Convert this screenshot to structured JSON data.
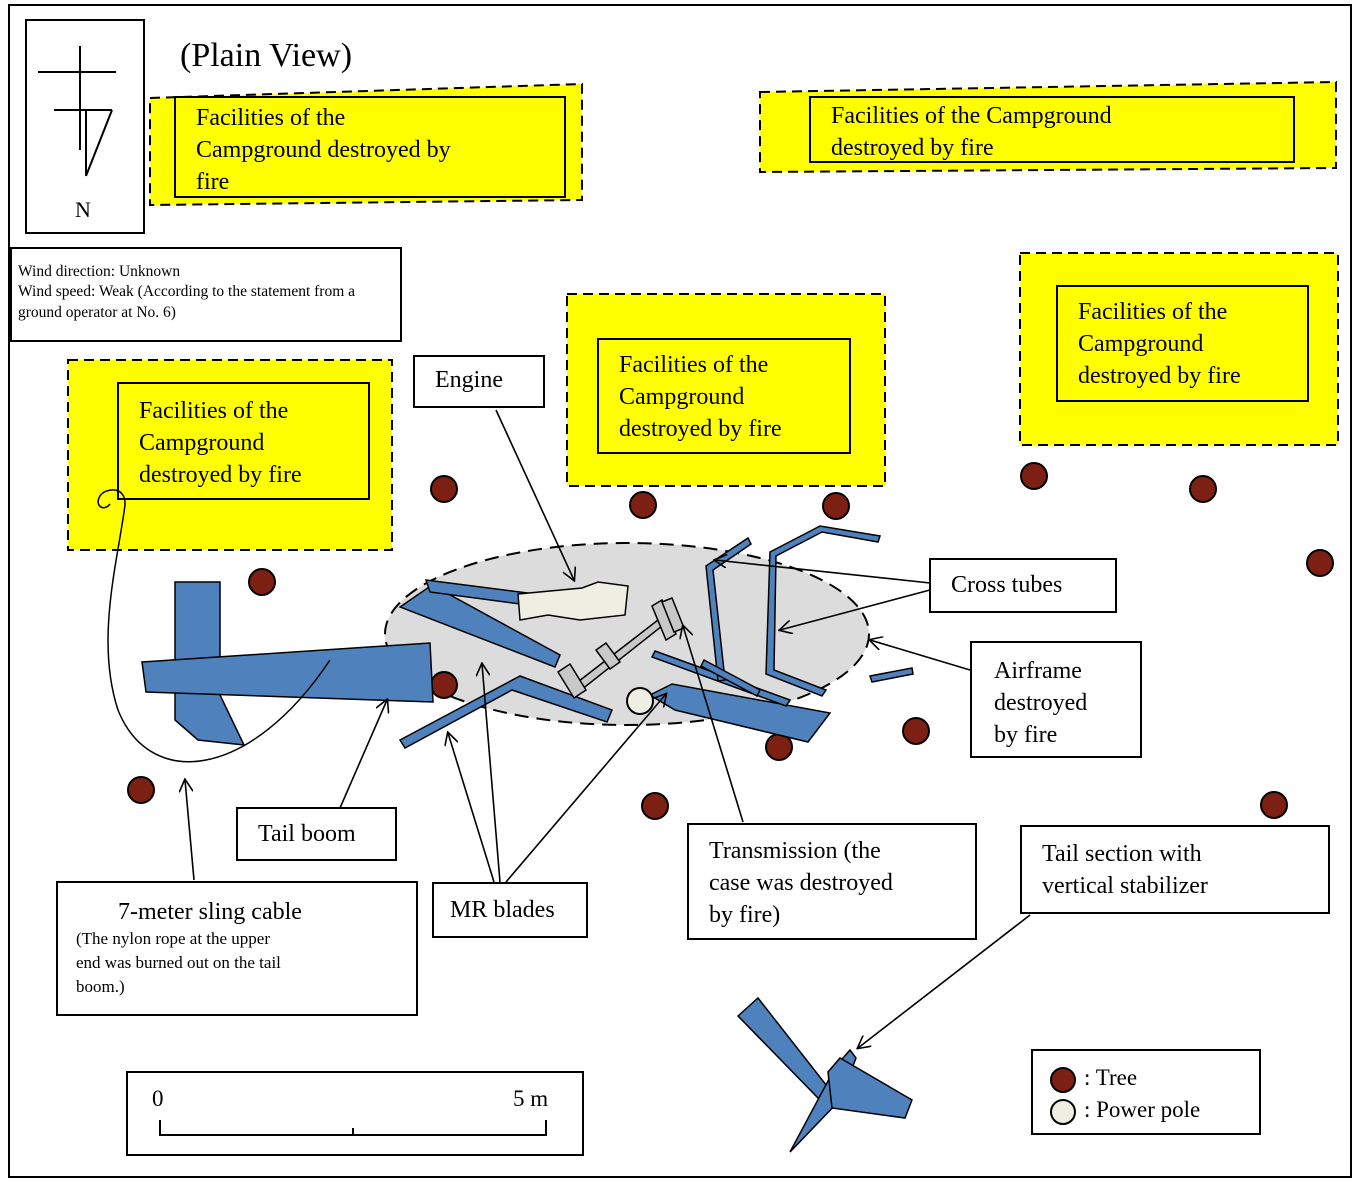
{
  "title": "(Plain View)",
  "north_label": "N",
  "wind_info": {
    "line1": "Wind direction: Unknown",
    "line2": "Wind speed: Weak (According to the statement from a ground operator at No. 6)"
  },
  "facilities": [
    {
      "label": "Facilities of the\nCampground destroyed by\nfire"
    },
    {
      "label": "Facilities of the Campground\ndestroyed by fire"
    },
    {
      "label": "Facilities of the\nCampground\ndestroyed by fire"
    },
    {
      "label": "Facilities of the\nCampground\ndestroyed by fire"
    },
    {
      "label": "Facilities of the\nCampground\ndestroyed by fire"
    }
  ],
  "callouts": {
    "engine": "Engine",
    "cross_tubes": "Cross tubes",
    "airframe": "Airframe\ndestroyed\nby fire",
    "tail_boom": "Tail boom",
    "mr_blades": "MR blades",
    "transmission": "Transmission (the\ncase was destroyed\nby fire)",
    "tail_section": "Tail section with\nvertical stabilizer",
    "sling_cable_title": "7-meter sling cable",
    "sling_cable_note": "(The nylon rope at the upper\nend was burned out on the tail\nboom.)"
  },
  "legend": {
    "tree": ": Tree",
    "power_pole": ": Power pole"
  },
  "scale": {
    "start": "0",
    "end": "5 m"
  },
  "colors": {
    "facility": "#ffff00",
    "wreckage": "#4f81bd",
    "tree": "#7b2012",
    "power_pole": "#efeee2",
    "burn_area": "#dcdcdc"
  }
}
